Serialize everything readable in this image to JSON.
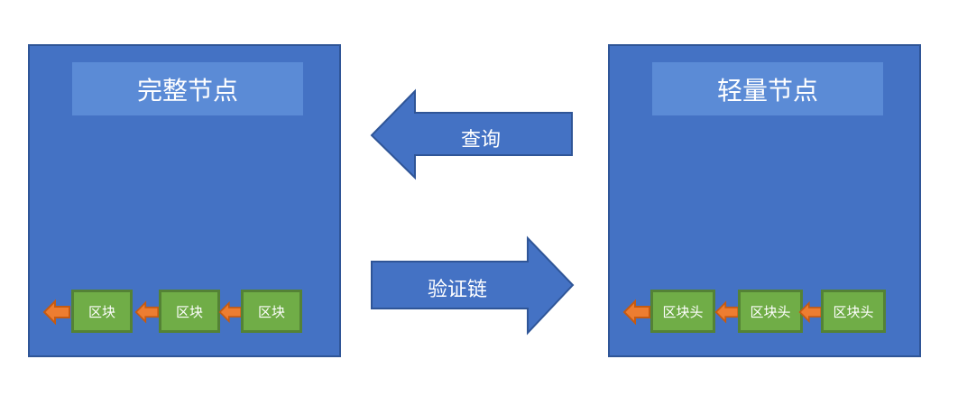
{
  "full_node": {
    "title": "完整节点",
    "blocks": [
      "区块",
      "区块",
      "区块"
    ]
  },
  "light_node": {
    "title": "轻量节点",
    "blocks": [
      "区块头",
      "区块头",
      "区块头"
    ]
  },
  "arrows": {
    "query": "查询",
    "verify": "验证链"
  },
  "colors": {
    "node": "#4472c4",
    "title_band": "#5b8bd6",
    "block": "#70ad47",
    "chain_arrow": "#ed7d31"
  }
}
